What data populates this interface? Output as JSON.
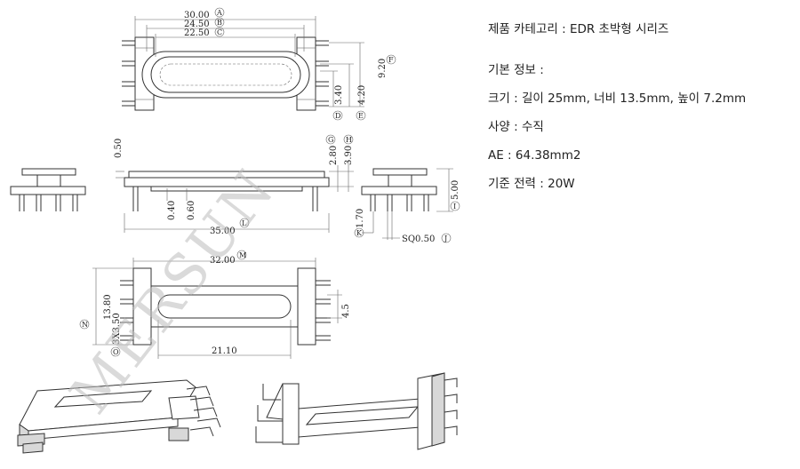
{
  "info": {
    "category": "제품 카테고리 : EDR 초박형 시리즈",
    "basic_title": "기본 정보 :",
    "size": "크기 : 길이 25mm, 너비 13.5mm, 높이 7.2mm",
    "spec": "사양 : 수직",
    "ae": "AE : 64.38mm2",
    "power": "기준 전력 : 20W"
  },
  "dims": {
    "a": "30.00",
    "b": "24.50",
    "c": "22.50",
    "f": "9.20",
    "d": "3.40",
    "e": "4.20",
    "h050": "0.50",
    "g": "2.80",
    "h": "3.90",
    "p040": "0.40",
    "p060": "0.60",
    "l": "35.00",
    "i": "5.00",
    "k": "1.70",
    "j": "SQ0.50",
    "m": "32.00",
    "n": "13.80",
    "o": "3X3.50",
    "w45": "4.5",
    "w21": "21.10"
  },
  "letters": {
    "a": "A",
    "b": "B",
    "c": "C",
    "d": "D",
    "e": "E",
    "f": "F",
    "g": "G",
    "h": "H",
    "i": "I",
    "j": "J",
    "k": "K",
    "l": "L",
    "m": "M",
    "n": "N",
    "o": "O"
  },
  "watermark": "MERSUN"
}
